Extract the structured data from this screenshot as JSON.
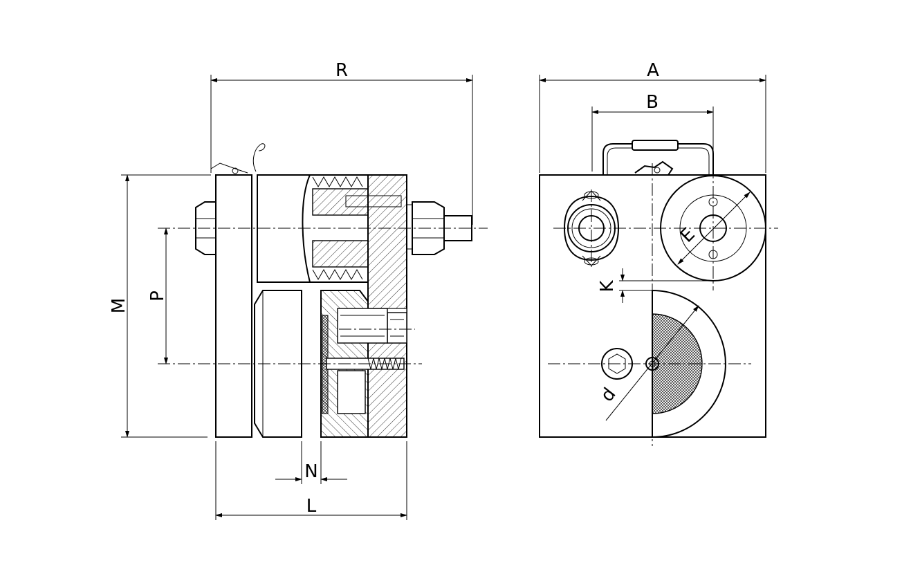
{
  "dimensions": {
    "R": "R",
    "A": "A",
    "B": "B",
    "M": "M",
    "P": "P",
    "N": "N",
    "L": "L",
    "K": "K",
    "E": "E",
    "d": "d"
  }
}
